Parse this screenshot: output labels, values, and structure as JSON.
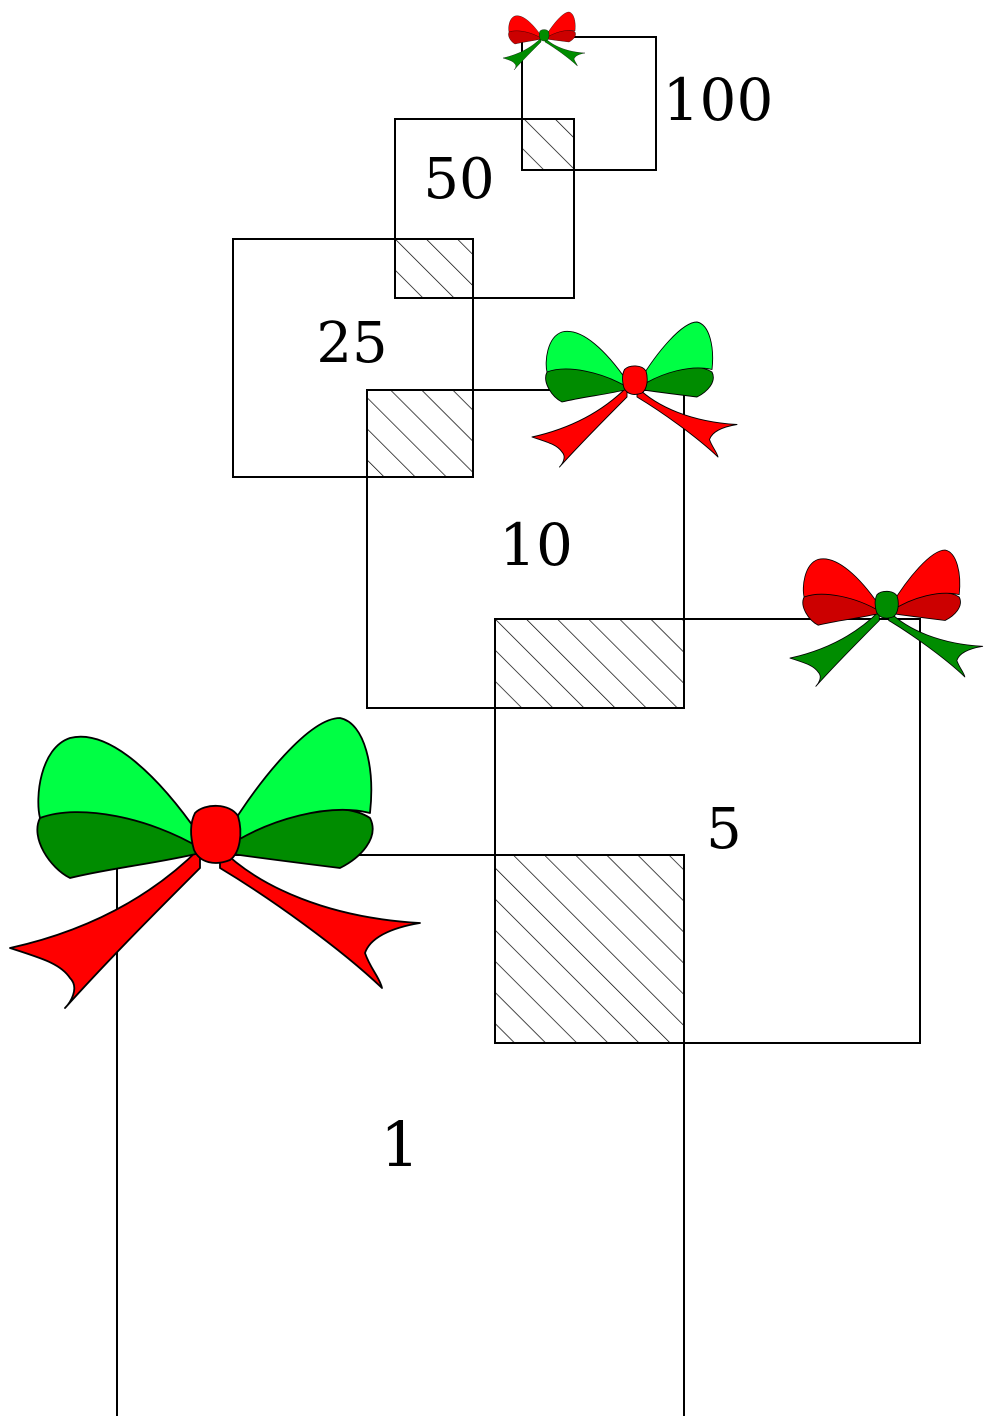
{
  "diagram": {
    "boxes": [
      {
        "id": "box-1",
        "label": "1"
      },
      {
        "id": "box-5",
        "label": "5"
      },
      {
        "id": "box-10",
        "label": "10"
      },
      {
        "id": "box-25",
        "label": "25"
      },
      {
        "id": "box-50",
        "label": "50"
      },
      {
        "id": "box-100",
        "label": "100"
      }
    ],
    "colors": {
      "bow_green_light": "#00ff44",
      "bow_green_dark": "#008c00",
      "bow_red": "#ff0000",
      "line": "#000000",
      "background": "#ffffff"
    },
    "icons": [
      "bow-icon",
      "hatch-pattern"
    ]
  }
}
